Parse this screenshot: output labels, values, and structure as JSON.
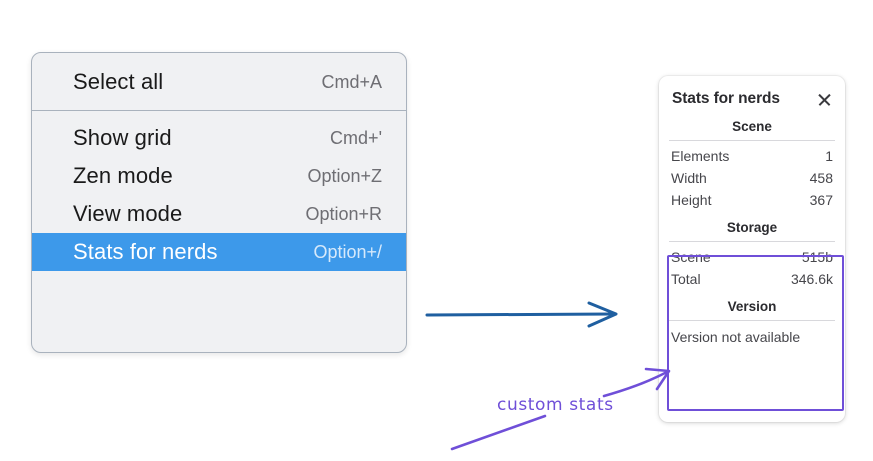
{
  "context_menu": {
    "name": "context-menu",
    "groups": [
      {
        "items": [
          {
            "label": "Select all",
            "shortcut": "Cmd+A",
            "selected": false
          }
        ]
      },
      {
        "items": [
          {
            "label": "Show grid",
            "shortcut": "Cmd+'",
            "selected": false
          },
          {
            "label": "Zen mode",
            "shortcut": "Option+Z",
            "selected": false
          },
          {
            "label": "View mode",
            "shortcut": "Option+R",
            "selected": false
          },
          {
            "label": "Stats for nerds",
            "shortcut": "Option+/",
            "selected": true
          }
        ]
      }
    ]
  },
  "stats_panel": {
    "title": "Stats for nerds",
    "close_icon": "close-icon",
    "sections": [
      {
        "title": "Scene",
        "rows": [
          {
            "key": "Elements",
            "value": "1"
          },
          {
            "key": "Width",
            "value": "458"
          },
          {
            "key": "Height",
            "value": "367"
          }
        ]
      },
      {
        "title": "Storage",
        "rows": [
          {
            "key": "Scene",
            "value": "515b"
          },
          {
            "key": "Total",
            "value": "346.6k"
          }
        ]
      },
      {
        "title": "Version",
        "note": "Version not available"
      }
    ]
  },
  "annotations": {
    "custom_stats_label": "custom stats",
    "arrow_blue_color": "#1f5fa0",
    "arrow_purple_color": "#6f4fd8",
    "highlight_color": "#6f4fd8"
  },
  "colors": {
    "menu_background": "#f0f1f3",
    "menu_border": "#a9b2bd",
    "selected_row": "#3d99ea",
    "shortcut_text": "#6e6e73",
    "panel_background": "#ffffff"
  }
}
